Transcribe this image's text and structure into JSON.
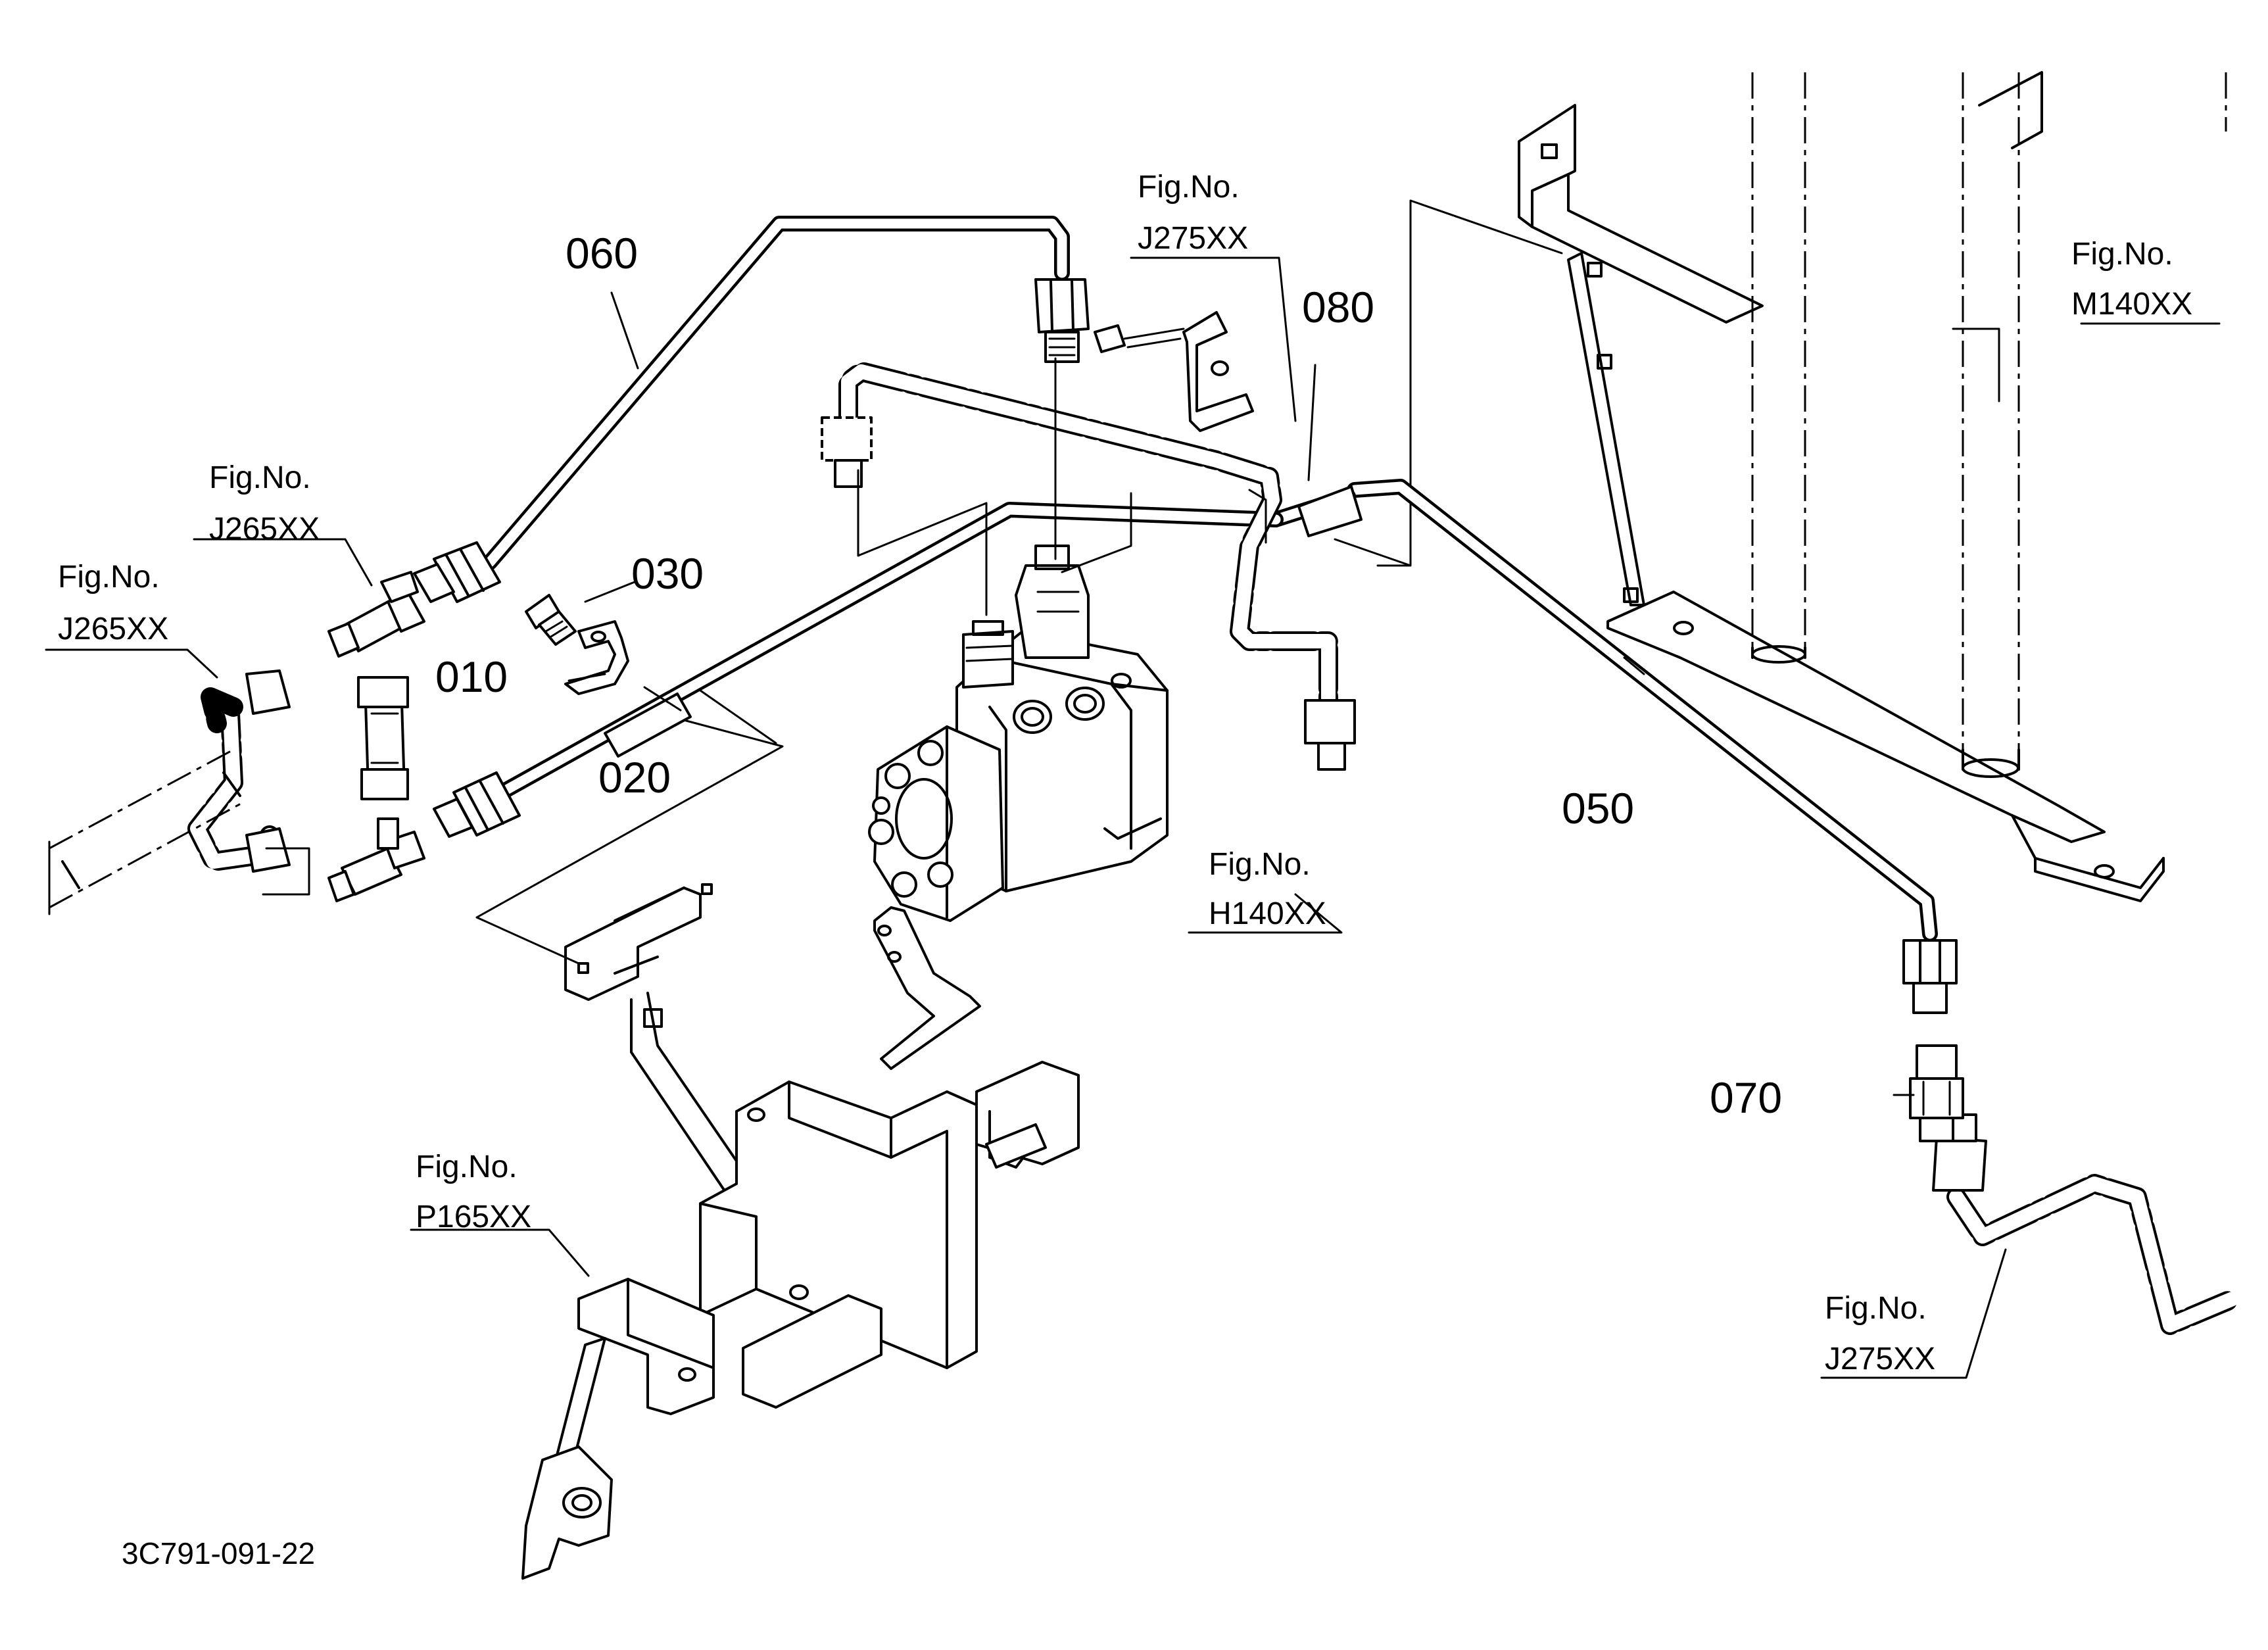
{
  "part_labels": {
    "p010": "010",
    "p020": "020",
    "p030": "030",
    "p050": "050",
    "p060": "060",
    "p070": "070",
    "p080": "080"
  },
  "fig_refs": {
    "prefix": "Fig.No.",
    "j265_left": "J265XX",
    "j265_upper": "J265XX",
    "j275_top": "J275XX",
    "j275_bottom": "J275XX",
    "m140": "M140XX",
    "h140": "H140XX",
    "p165": "P165XX"
  },
  "drawing_code": "3C791-091-22"
}
